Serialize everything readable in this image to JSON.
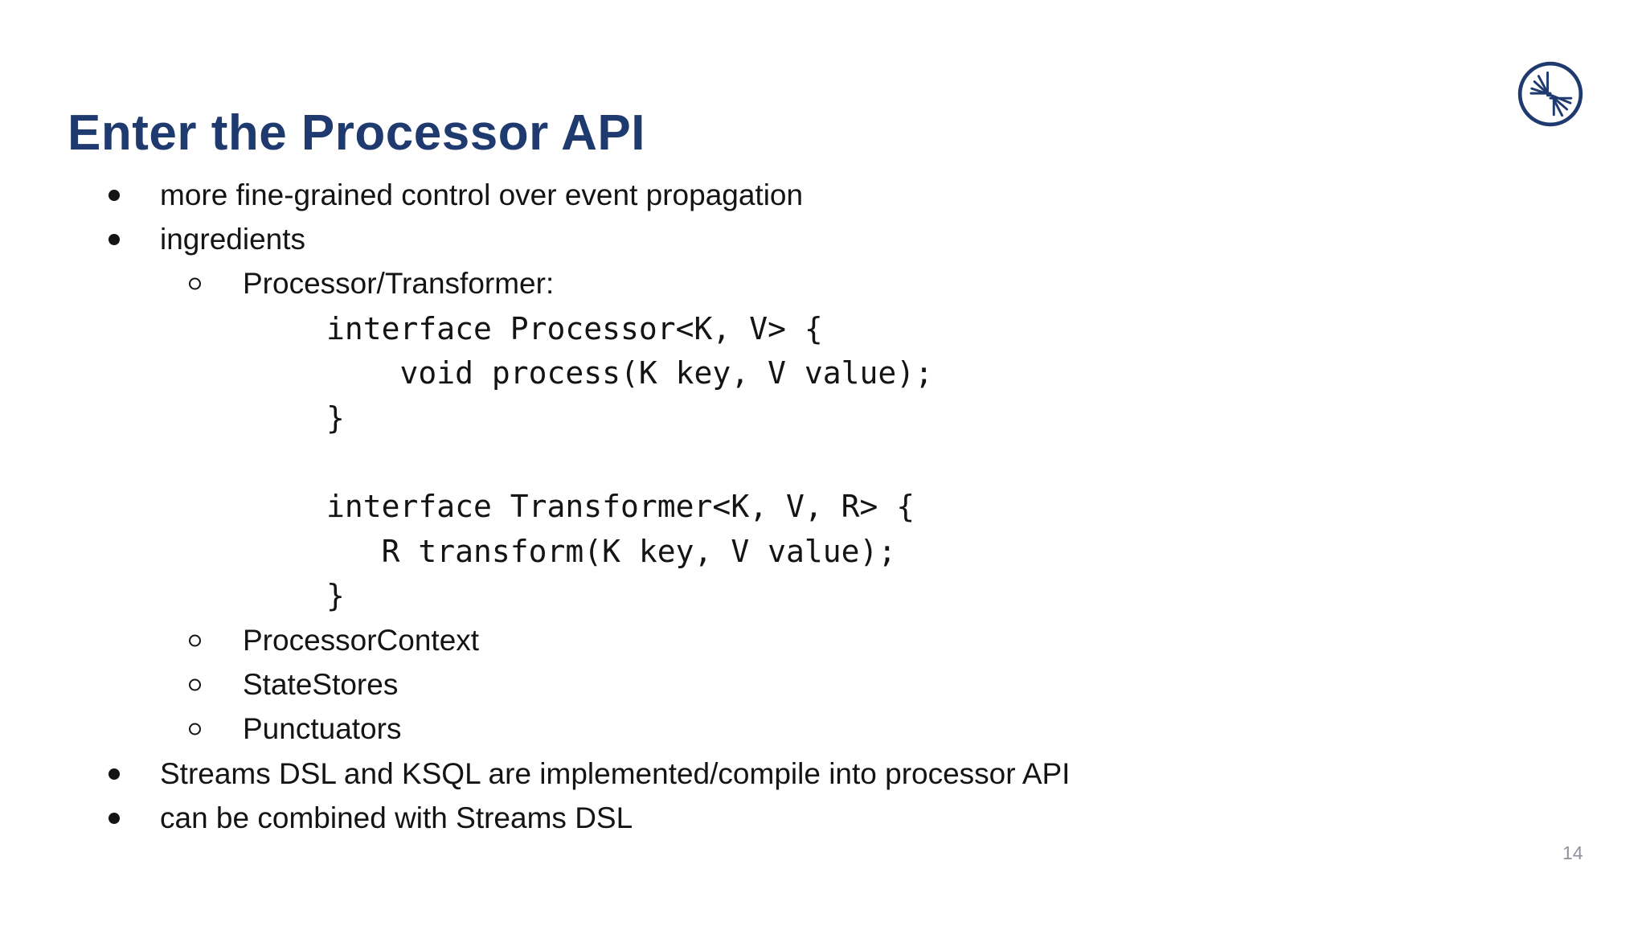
{
  "title": "Enter the Processor API",
  "page_number": "14",
  "logo": {
    "name": "confluent-logo",
    "color": "#1F3A6E"
  },
  "colors": {
    "title": "#1F3A6E",
    "body_text": "#141414",
    "page_number": "#8E939C",
    "background": "#FFFFFF"
  },
  "content": {
    "lines": [
      {
        "level": "l1",
        "marker": "dot",
        "text": "more fine-grained control over event propagation"
      },
      {
        "level": "l1",
        "marker": "dot",
        "text": "ingredients"
      },
      {
        "level": "l2",
        "marker": "ring",
        "text": "Processor/Transformer:"
      },
      {
        "level": "code",
        "marker": "none",
        "text": "interface Processor<K, V> {"
      },
      {
        "level": "code",
        "marker": "none",
        "text": "    void process(K key, V value);"
      },
      {
        "level": "code",
        "marker": "none",
        "text": "}"
      },
      {
        "level": "code",
        "marker": "none",
        "text": ""
      },
      {
        "level": "code",
        "marker": "none",
        "text": "interface Transformer<K, V, R> {"
      },
      {
        "level": "code",
        "marker": "none",
        "text": "   R transform(K key, V value);"
      },
      {
        "level": "code",
        "marker": "none",
        "text": "}"
      },
      {
        "level": "l2",
        "marker": "ring",
        "text": "ProcessorContext"
      },
      {
        "level": "l2",
        "marker": "ring",
        "text": "StateStores"
      },
      {
        "level": "l2",
        "marker": "ring",
        "text": "Punctuators"
      },
      {
        "level": "l1",
        "marker": "dot",
        "text": "Streams DSL and KSQL are implemented/compile into processor API"
      },
      {
        "level": "l1",
        "marker": "dot",
        "text": "can be combined with Streams DSL"
      }
    ]
  }
}
